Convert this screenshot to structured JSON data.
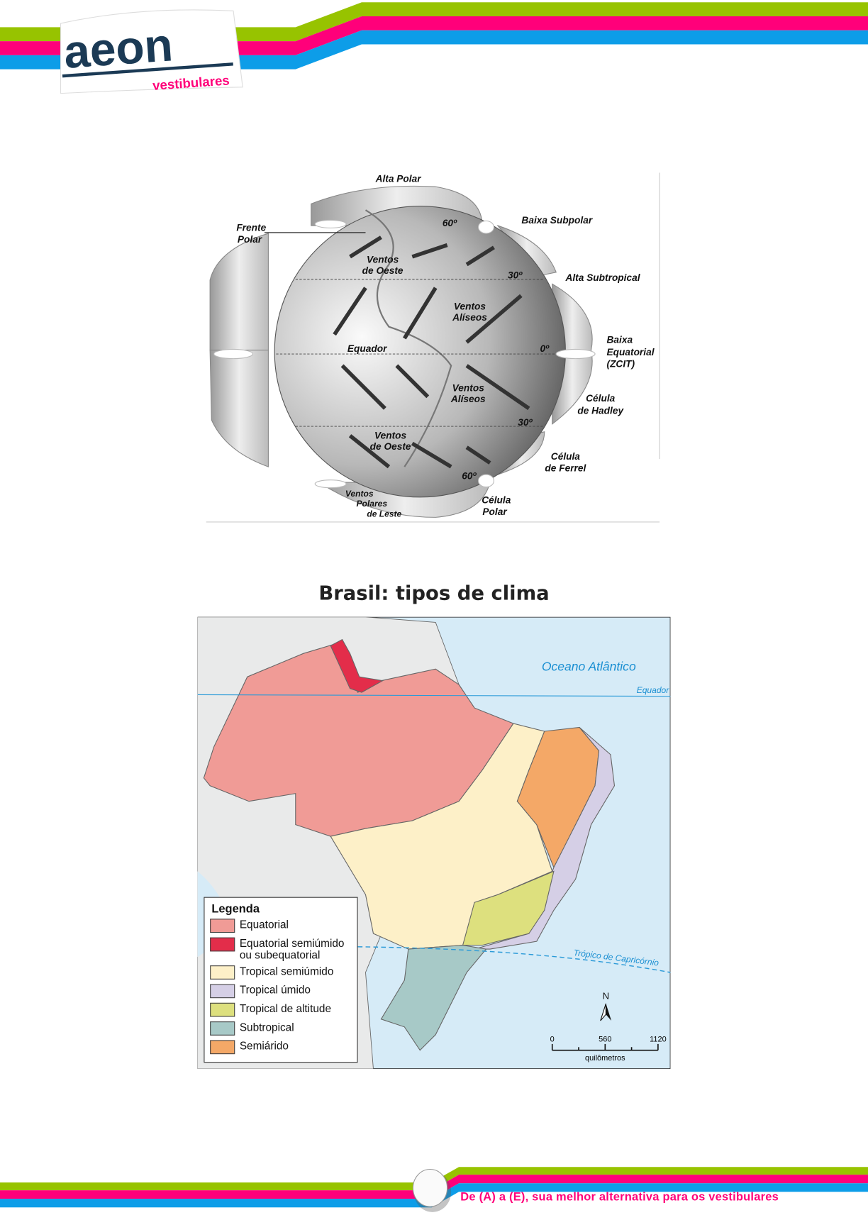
{
  "header": {
    "logo_text": "aeon",
    "logo_subtext": "vestibulares",
    "stripe_colors": [
      "#97c300",
      "#ff007a",
      "#0d9de8"
    ]
  },
  "diagram": {
    "labels": {
      "alta_polar": "Alta Polar",
      "frente_polar": [
        "Frente",
        "Polar"
      ],
      "lat_60_n": "60º",
      "baixa_subpolar": "Baixa Subpolar",
      "ventos_oeste_n": [
        "Ventos",
        "de Oeste"
      ],
      "lat_30_n": "30º",
      "alta_subtropical": "Alta Subtropical",
      "ventos_aliseos_n": [
        "Ventos",
        "Alíseos"
      ],
      "equador": "Equador",
      "lat_0": "0º",
      "baixa_equatorial": [
        "Baixa",
        "Equatorial",
        "(ZCIT)"
      ],
      "ventos_aliseos_s": [
        "Ventos",
        "Alíseos"
      ],
      "celula_hadley": [
        "Célula",
        "de Hadley"
      ],
      "lat_30_s": "30º",
      "ventos_oeste_s": [
        "Ventos",
        "de Oeste"
      ],
      "celula_ferrel": [
        "Célula",
        "de Ferrel"
      ],
      "lat_60_s": "60º",
      "ventos_polares": [
        "Ventos",
        "Polares",
        "de Leste"
      ],
      "celula_polar": [
        "Célula",
        "Polar"
      ]
    }
  },
  "map": {
    "title": "Brasil: tipos de clima",
    "ocean_label": "Oceano  Atlântico",
    "equator_label": "Equador",
    "tropic_label": "Trópico de Capricórnio",
    "north_label": "N",
    "scale": {
      "ticks": [
        "0",
        "560",
        "1120"
      ],
      "unit": "quilômetros"
    },
    "legend": {
      "title": "Legenda",
      "items": [
        {
          "label": "Equatorial",
          "color": "#f09b96"
        },
        {
          "label": "Equatorial semiúmido ou subequatorial",
          "line1": "Equatorial semiúmido",
          "line2": "ou subequatorial",
          "color": "#e32d4a"
        },
        {
          "label": "Tropical semiúmido",
          "color": "#fdf0c8"
        },
        {
          "label": "Tropical úmido",
          "color": "#d5cfe6"
        },
        {
          "label": "Tropical de altitude",
          "color": "#dde07e"
        },
        {
          "label": "Subtropical",
          "color": "#a7c9c7"
        },
        {
          "label": "Semiárido",
          "color": "#f4a867"
        }
      ]
    }
  },
  "footer": {
    "slogan": "De (A) a (E), sua melhor alternativa para os vestibulares"
  }
}
